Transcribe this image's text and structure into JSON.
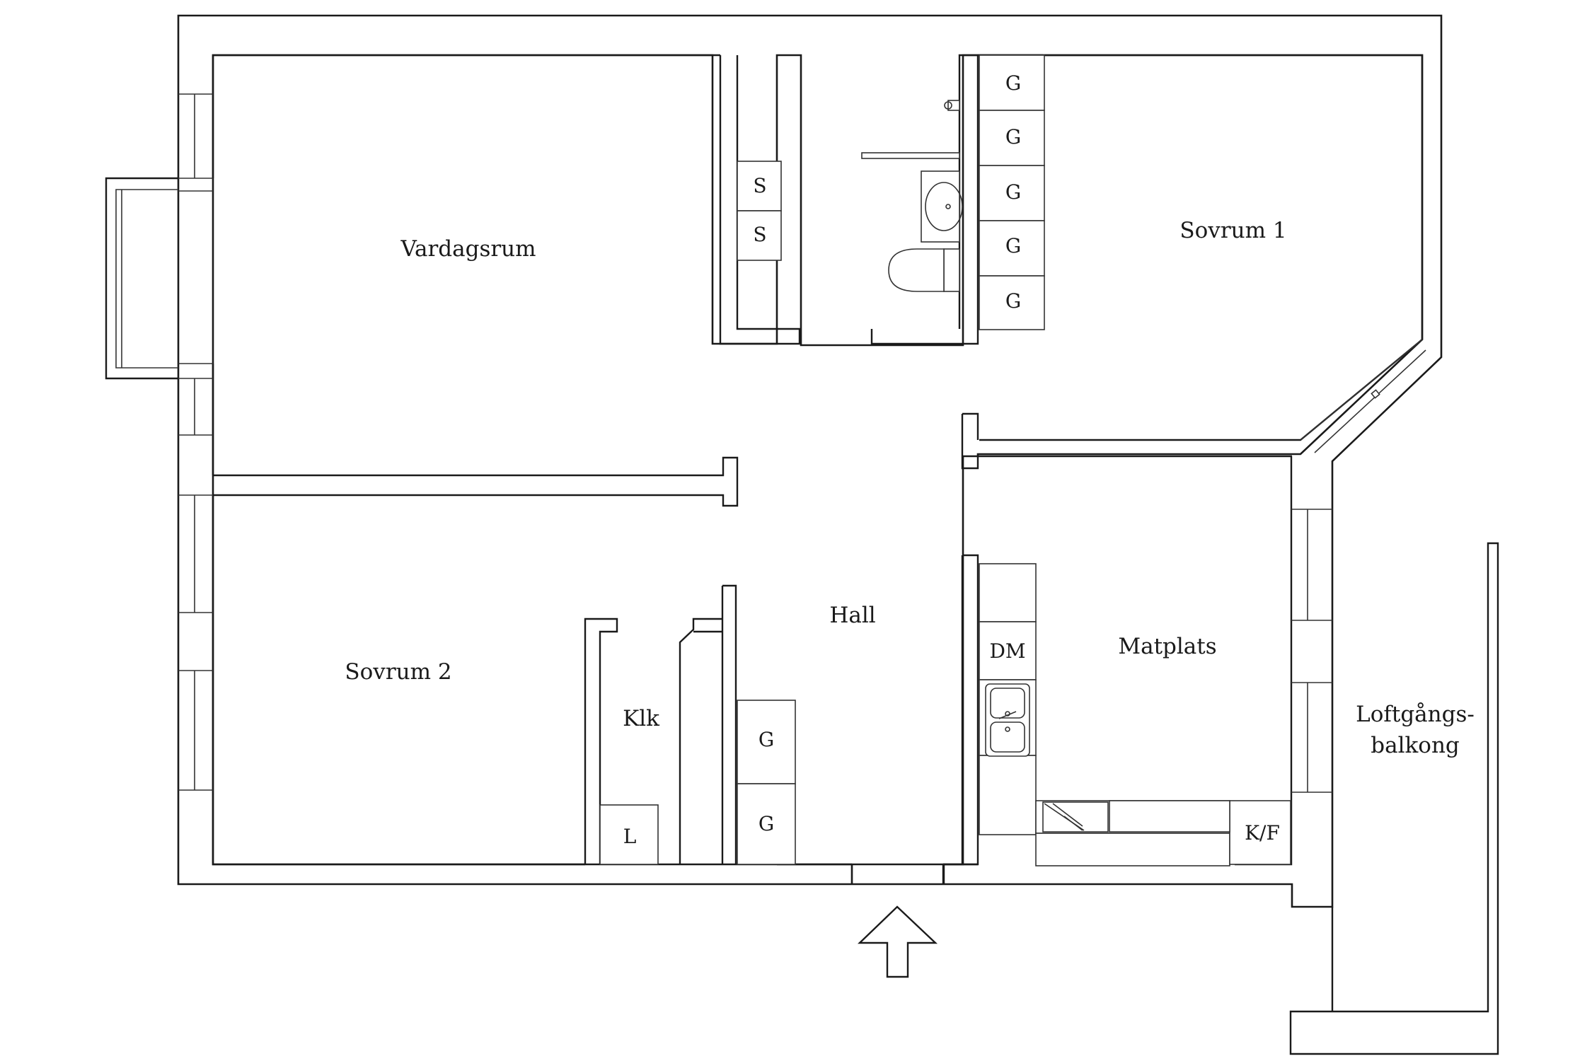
{
  "rooms": {
    "vardagsrum": "Vardagsrum",
    "sovrum1": "Sovrum 1",
    "sovrum2": "Sovrum 2",
    "hall": "Hall",
    "matplats": "Matplats",
    "klk": "Klk",
    "loftgang_line1": "Loftgångs-",
    "loftgang_line2": "balkong"
  },
  "fixtures": {
    "s_upper": "S",
    "s_lower": "S",
    "g_bath": [
      "G",
      "G",
      "G",
      "G",
      "G"
    ],
    "g_hall_upper": "G",
    "g_hall_lower": "G",
    "dm": "DM",
    "kf": "K/F",
    "l": "L"
  },
  "icons": [
    "entrance-arrow-icon",
    "washbasin-icon",
    "toilet-icon",
    "sink-icon",
    "stove-icon"
  ],
  "colors": {
    "line": "#1a1a1a",
    "background": "#ffffff"
  }
}
